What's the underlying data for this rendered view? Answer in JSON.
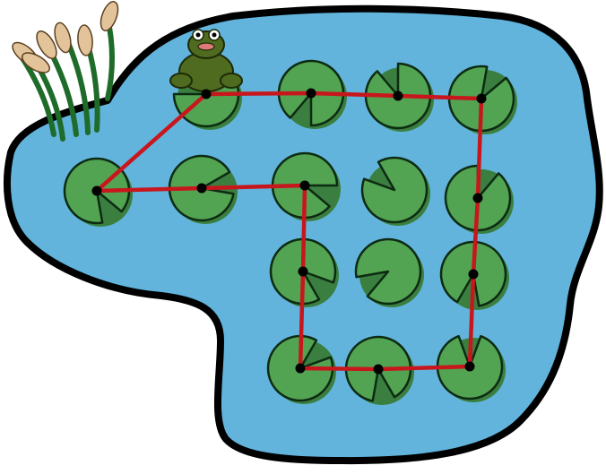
{
  "colors": {
    "water": "#62b4dc",
    "outline": "#000000",
    "pad": "#52a352",
    "pad_dark": "#3a7f3f",
    "path": "#c8161d",
    "node": "#000000",
    "frog": "#4f6b1f",
    "reed": "#1f6b2a",
    "cattail": "#e3c49a"
  },
  "graph": {
    "nodes": [
      "r1c2",
      "r1c3",
      "r1c4",
      "r1c5",
      "r2c1",
      "r2c2",
      "r2c3",
      "r2c4",
      "r2c5",
      "r3c3",
      "r3c4",
      "r3c5",
      "r4c3",
      "r4c4",
      "r4c5"
    ],
    "path_nodes": [
      "r1c2",
      "r1c3",
      "r1c4",
      "r1c5",
      "r2c5",
      "r3c5",
      "r4c5",
      "r4c4",
      "r4c3",
      "r3c3",
      "r2c3",
      "r2c2",
      "r2c1",
      "r1c2"
    ],
    "frog_on": "r1c2",
    "closed_loop": true
  }
}
